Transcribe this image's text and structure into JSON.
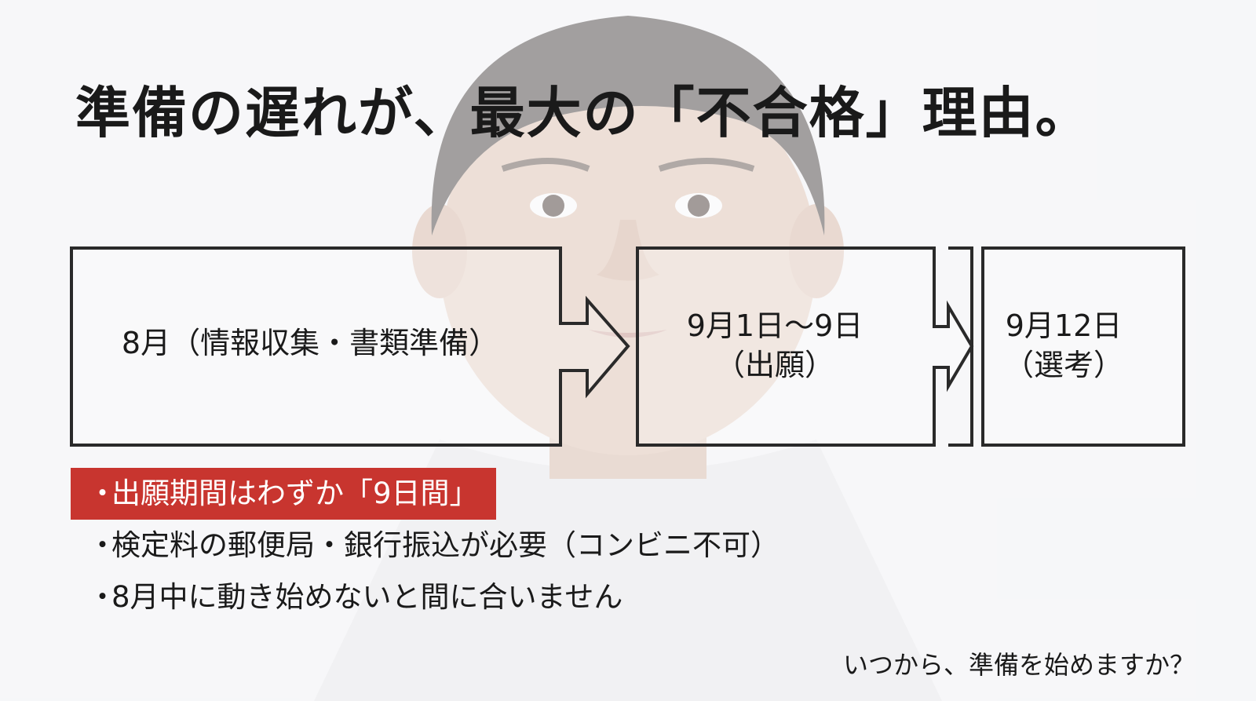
{
  "slide": {
    "title": "準備の遅れが、最大の「不合格」理由。",
    "footer_question": "いつから、準備を始めますか？"
  },
  "timeline": {
    "stages": [
      {
        "lines": [
          "8月（情報収集・書類準備）"
        ]
      },
      {
        "lines": [
          "9月1日〜9日",
          "（出願）"
        ]
      },
      {
        "lines": [
          "9月12日",
          "（選考）"
        ]
      }
    ]
  },
  "bullets": [
    {
      "text": "出願期間はわずか「9日間」",
      "highlighted": true
    },
    {
      "text": "検定料の郵便局・銀行振込が必要（コンビニ不可）",
      "highlighted": false
    },
    {
      "text": "8月中に動き始めないと間に合いません",
      "highlighted": false
    }
  ],
  "colors": {
    "highlight": "#c8352f",
    "outline": "#2a2a2a",
    "background": "#f5f6f8"
  },
  "icons": {
    "bullet": "・"
  }
}
